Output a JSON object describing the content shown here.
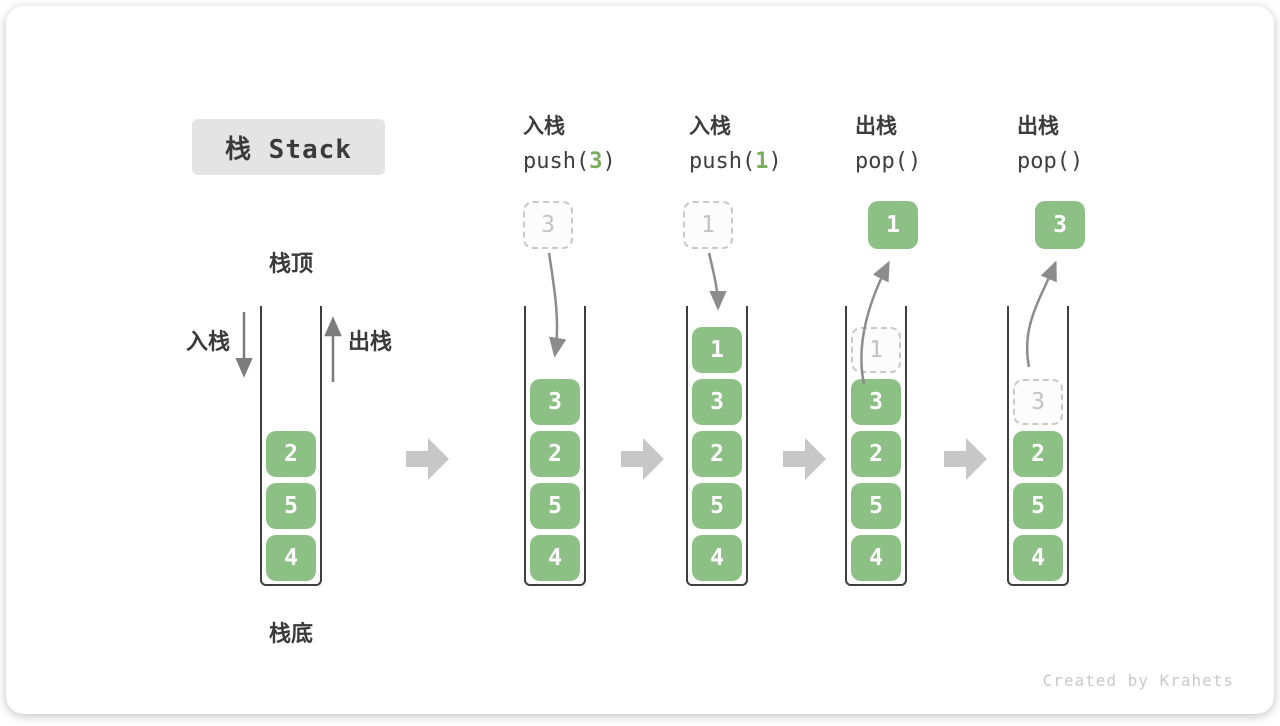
{
  "title": "栈 Stack",
  "watermark": "Created by Krahets",
  "labels": {
    "stack_top": "栈顶",
    "stack_bottom": "栈底",
    "push_side": "入栈",
    "pop_side": "出栈"
  },
  "colors": {
    "item_green": "#8cc084",
    "code_arg_green": "#79ad5f",
    "frame_outline": "#3f3f3f",
    "transition_arrow_grey": "#c7c7c7",
    "curve_arrow_grey": "#8c8c8c",
    "ghost_grey": "#c9c9c9"
  },
  "stages": [
    {
      "items": [
        "2",
        "5",
        "4"
      ]
    },
    {
      "op_label": "入栈",
      "code_pre": "push(",
      "code_arg": "3",
      "code_post": ")",
      "floater": "3",
      "items": [
        "3",
        "2",
        "5",
        "4"
      ]
    },
    {
      "op_label": "入栈",
      "code_pre": "push(",
      "code_arg": "1",
      "code_post": ")",
      "floater": "1",
      "items": [
        "1",
        "3",
        "2",
        "5",
        "4"
      ]
    },
    {
      "op_label": "出栈",
      "code_pre": "pop()",
      "code_arg": "",
      "code_post": "",
      "floater": "1",
      "ghost": "1",
      "items": [
        "3",
        "2",
        "5",
        "4"
      ]
    },
    {
      "op_label": "出栈",
      "code_pre": "pop()",
      "code_arg": "",
      "code_post": "",
      "floater": "3",
      "ghost": "3",
      "items": [
        "2",
        "5",
        "4"
      ]
    }
  ]
}
